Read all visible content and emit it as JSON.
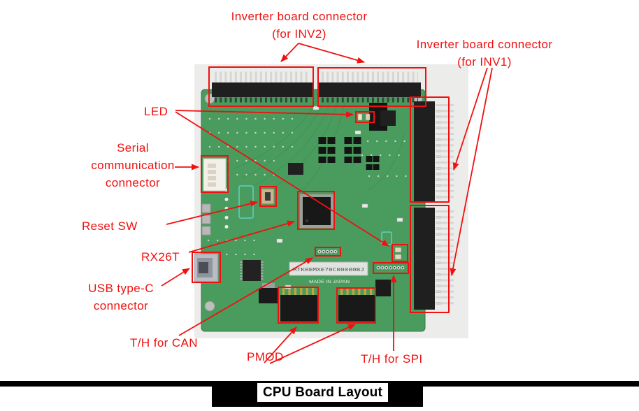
{
  "colors": {
    "ann": "#f01010",
    "pcb": "#4a9b5e",
    "photo_bg": "#ececea",
    "caption_bg": "#000000"
  },
  "labels": {
    "inv2": {
      "line1": "Inverter board connector",
      "line2": "(for INV2)"
    },
    "inv1": {
      "line1": "Inverter board connector",
      "line2": "(for INV1)"
    },
    "led": "LED",
    "serial": {
      "line1": "Serial",
      "line2": "communication",
      "line3": "connector"
    },
    "reset_sw": "Reset SW",
    "rx26t": "RX26T",
    "usb": {
      "line1": "USB type-C",
      "line2": "connector"
    },
    "th_can": "T/H for CAN",
    "pmod": "PMOD",
    "th_spi": "T/H for SPI"
  },
  "board": {
    "part_number": "RTK0EMXE70C00000BJ",
    "origin_text": "MADE IN JAPAN"
  },
  "caption": {
    "title": "CPU Board Layout"
  }
}
